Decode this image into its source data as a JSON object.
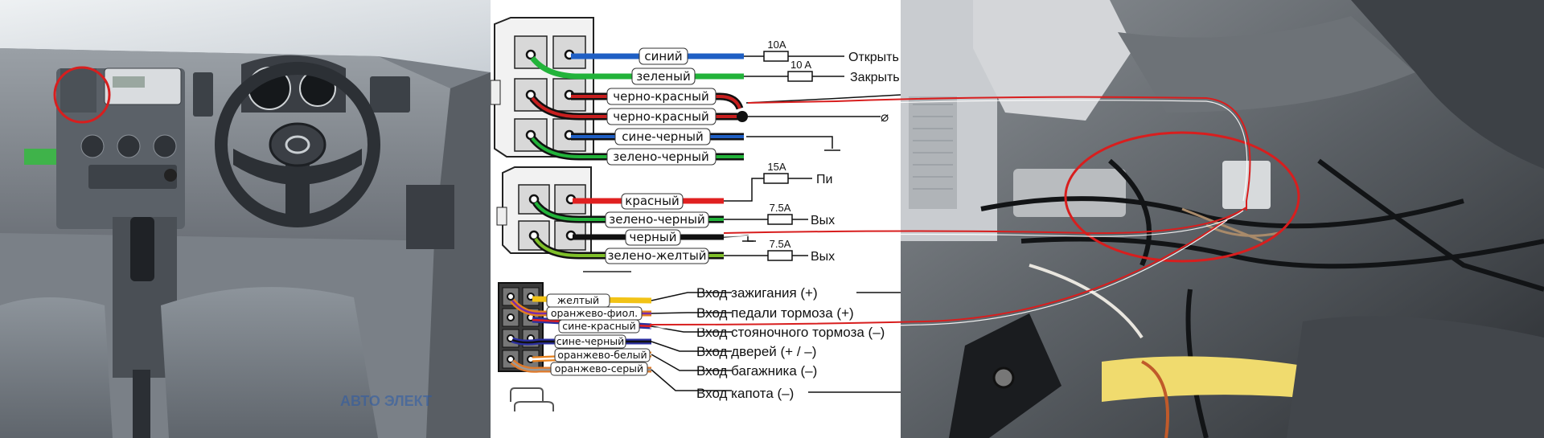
{
  "connector_a": {
    "wires": [
      {
        "label": "синий",
        "color": "#1f5fc4"
      },
      {
        "label": "зеленый",
        "color": "#22b33a"
      },
      {
        "label": "черно-красный",
        "color": "#c81f1f"
      },
      {
        "label": "черно-красный",
        "color": "#c81f1f"
      },
      {
        "label": "сине-черный",
        "color": "#1f5fc4"
      },
      {
        "label": "зелено-черный",
        "color": "#22b33a"
      }
    ],
    "fuses": [
      "10A",
      "10 A"
    ],
    "outputs": [
      "Открыть",
      "Закрыть"
    ]
  },
  "connector_b": {
    "wires": [
      {
        "label": "красный",
        "color": "#e02020"
      },
      {
        "label": "зелено-черный",
        "color": "#22b33a"
      },
      {
        "label": "черный",
        "color": "#111111"
      },
      {
        "label": "зелено-желтый",
        "color": "#7fbf2a"
      }
    ],
    "fuses": [
      "15A",
      "7.5A",
      "7.5A"
    ],
    "outputs": [
      "Пи",
      "Вых",
      "Вых"
    ]
  },
  "connector_c": {
    "wires": [
      {
        "label": "желтый",
        "color": "#f2c316"
      },
      {
        "label": "оранжево-фиол.",
        "color": "#e7801c"
      },
      {
        "label": "сине-красный",
        "color": "#b01e7a"
      },
      {
        "label": "сине-черный",
        "color": "#2b2fa0"
      },
      {
        "label": "оранжево-белый",
        "color": "#e7801c"
      },
      {
        "label": "оранжево-серый",
        "color": "#e07a2a"
      }
    ],
    "inputs": [
      "Вход зажигания (+)",
      "Вход педали тормоза (+)",
      "Вход стояночного тормоза (–)",
      "Вход дверей (+ / –)",
      "Вход багажника (–)",
      "Вход капота (–)"
    ]
  },
  "ground_symbol": "⌀",
  "watermark": "АВТО ЭЛЕКТ"
}
